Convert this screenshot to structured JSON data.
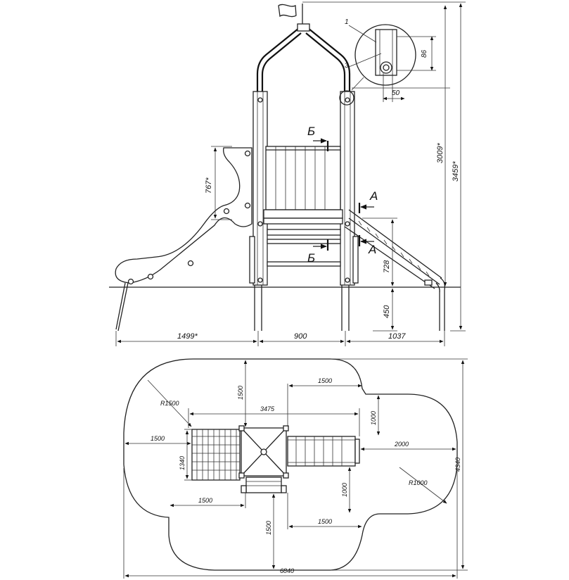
{
  "elevation": {
    "dims": {
      "total_height": "3459*",
      "frame_height": "3009*",
      "slide_wall_height": "767*",
      "stair_height": "728",
      "platform_above_ground": "450",
      "slide_length": "1499*",
      "platform_width": "900",
      "stair_length": "1037"
    },
    "section_marks": {
      "a": "А",
      "b": "Б"
    },
    "detail": {
      "part_1": "1",
      "part_3": "3",
      "height": "86",
      "width": "50"
    }
  },
  "plan": {
    "dims": {
      "total_width": "6840",
      "total_depth": "4340",
      "radius_left": "R1500",
      "radius_right": "R1000",
      "complex_length": "3475",
      "top_offset": "1500",
      "top_right": "1500",
      "left_offset": "1500",
      "slide_depth": "1340",
      "right_offset": "2000",
      "stair_top": "1000",
      "stair_bottom": "1000",
      "bottom_left": "1500",
      "bottom_right": "1500",
      "bottom_offset": "1500"
    }
  }
}
